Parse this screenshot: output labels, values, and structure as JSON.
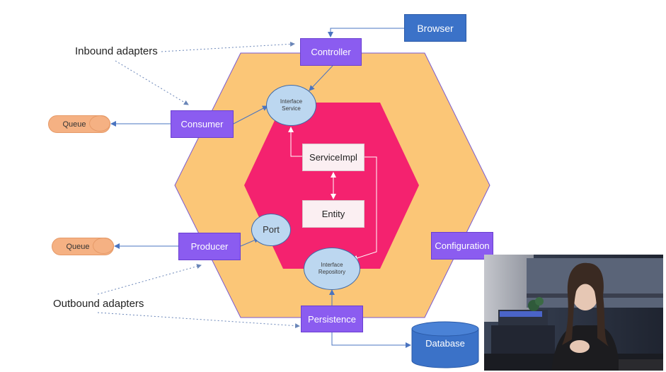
{
  "annotations": {
    "inbound": "Inbound adapters",
    "outbound": "Outbound adapters"
  },
  "adapters": {
    "controller": "Controller",
    "consumer": "Consumer",
    "producer": "Producer",
    "persistence": "Persistence",
    "configuration": "Configuration"
  },
  "external": {
    "browser": "Browser",
    "database": "Database",
    "queue_in": "Queue",
    "queue_out": "Queue"
  },
  "core": {
    "interface_service_line1": "Interface",
    "interface_service_line2": "Service",
    "service_impl": "ServiceImpl",
    "entity": "Entity",
    "port": "Port",
    "interface_repository_line1": "Interface",
    "interface_repository_line2": "Repository"
  },
  "colors": {
    "outer_hexagon": "#fbc677",
    "inner_hexagon": "#f4226f",
    "adapter_box": "#8b5cf0",
    "external_box": "#3b72c8",
    "queue": "#f5b183",
    "interface_ellipse": "#bcd7f0",
    "arrow": "#4a74c0",
    "inner_arrow": "#ffffff"
  }
}
